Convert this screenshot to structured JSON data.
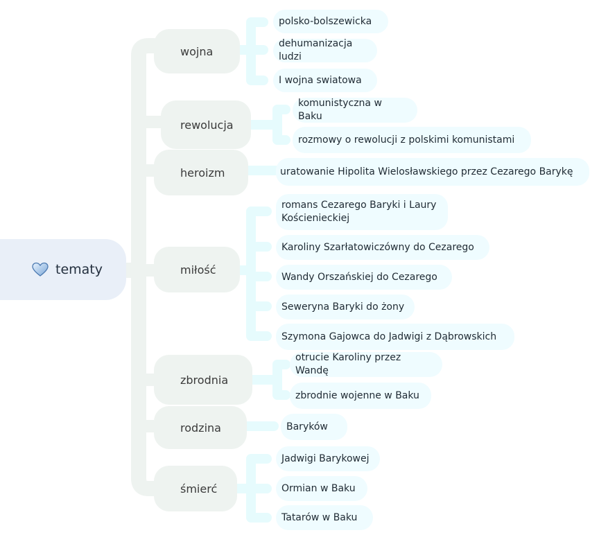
{
  "root": {
    "label": "tematy",
    "icon": "heart-icon"
  },
  "colors": {
    "root_bg": "#e9eff8",
    "topic_bg": "#eef3f0",
    "leaf_bg": "#effcff",
    "connector_main": "#eef3f0",
    "connector_leaf": "#e6fbfd"
  },
  "topics": [
    {
      "label": "wojna",
      "children": [
        "polsko-bolszewicka",
        "dehumanizacja ludzi",
        "I wojna swiatowa"
      ]
    },
    {
      "label": "rewolucja",
      "children": [
        "komunistyczna w Baku",
        "rozmowy o rewolucji z polskimi komunistami"
      ]
    },
    {
      "label": "heroizm",
      "children": [
        "uratowanie Hipolita Wielosławskiego przez Cezarego Barykę"
      ]
    },
    {
      "label": "miłość",
      "children": [
        "romans Cezarego Baryki i Laury Kościenieckiej",
        "Karoliny Szarłatowiczówny do Cezarego",
        "Wandy Orszańskiej do Cezarego",
        "Seweryna Baryki do żony",
        "Szymona Gajowca do Jadwigi z Dąbrowskich"
      ]
    },
    {
      "label": "zbrodnia",
      "children": [
        "otrucie Karoliny przez Wandę",
        "zbrodnie wojenne w Baku"
      ]
    },
    {
      "label": "rodzina",
      "children": [
        "Baryków"
      ]
    },
    {
      "label": "śmierć",
      "children": [
        "Jadwigi Barykowej",
        "Ormian w Baku",
        "Tatarów w Baku"
      ]
    }
  ]
}
